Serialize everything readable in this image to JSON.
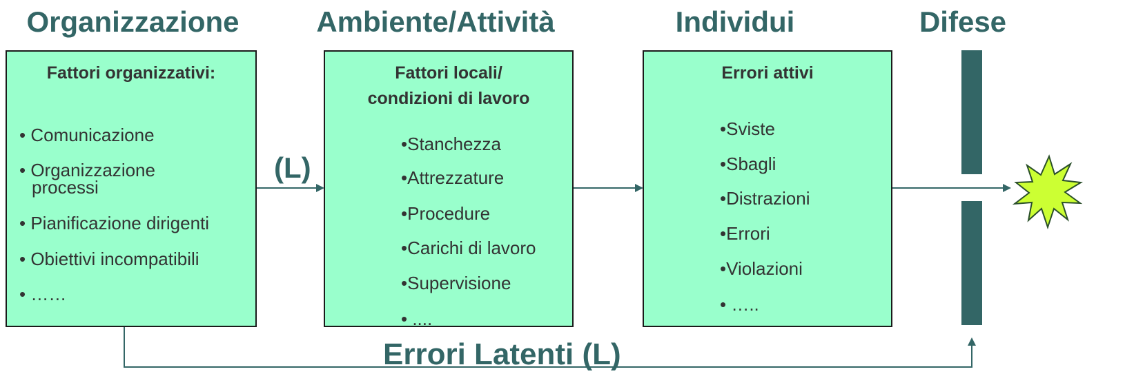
{
  "headings": {
    "organizzazione": "Organizzazione",
    "ambiente": "Ambiente/Attività",
    "individui": "Individui",
    "difese": "Difese"
  },
  "box1": {
    "title": "Fattori organizzativi:",
    "items": [
      "• Comunicazione",
      "• Organizzazione",
      "processi",
      "• Pianificazione dirigenti",
      "• Obiettivi incompatibili",
      "• ……"
    ]
  },
  "box2": {
    "title_line1": "Fattori locali/",
    "title_line2": "condizioni di lavoro",
    "items": [
      "•Stanchezza",
      "•Attrezzature",
      "•Procedure",
      "•Carichi di lavoro",
      "•Supervisione",
      "• ...."
    ]
  },
  "box3": {
    "title": "Errori attivi",
    "items": [
      "•Sviste",
      "•Sbagli",
      "•Distrazioni",
      "•Errori",
      "•Violazioni",
      "• ….."
    ]
  },
  "arrow_label": "(L)",
  "latent_label": "Errori Latenti (L)",
  "colors": {
    "box_fill": "#99ffcc",
    "heading": "#336666",
    "barrier": "#336666",
    "star": "#ccff33"
  }
}
